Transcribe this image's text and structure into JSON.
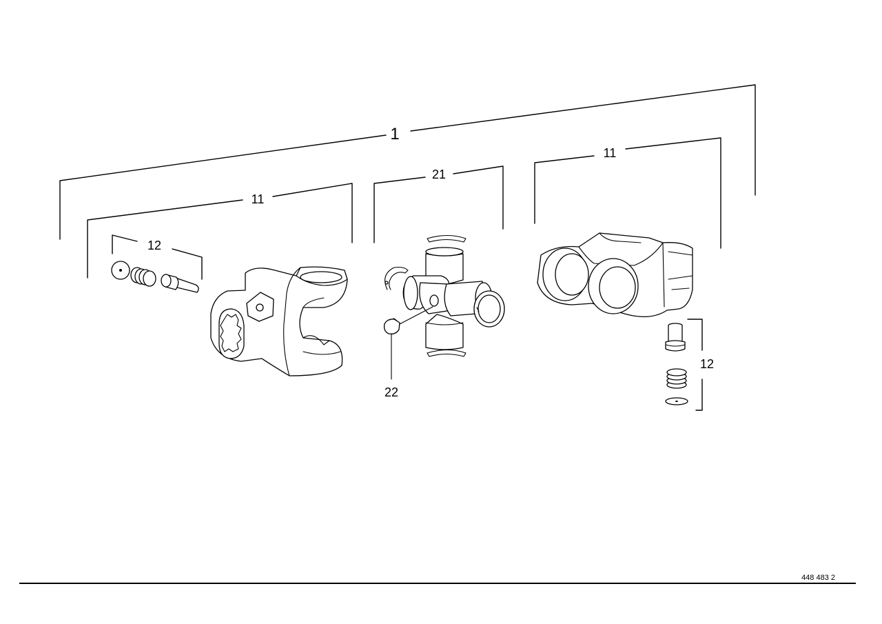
{
  "labels": {
    "assembly": "1",
    "yoke_left": "11",
    "yoke_right": "11",
    "cross_kit": "21",
    "grease_nipple": "22",
    "lock_left": "12",
    "lock_right": "12"
  },
  "figure_ref": "448 483 2"
}
